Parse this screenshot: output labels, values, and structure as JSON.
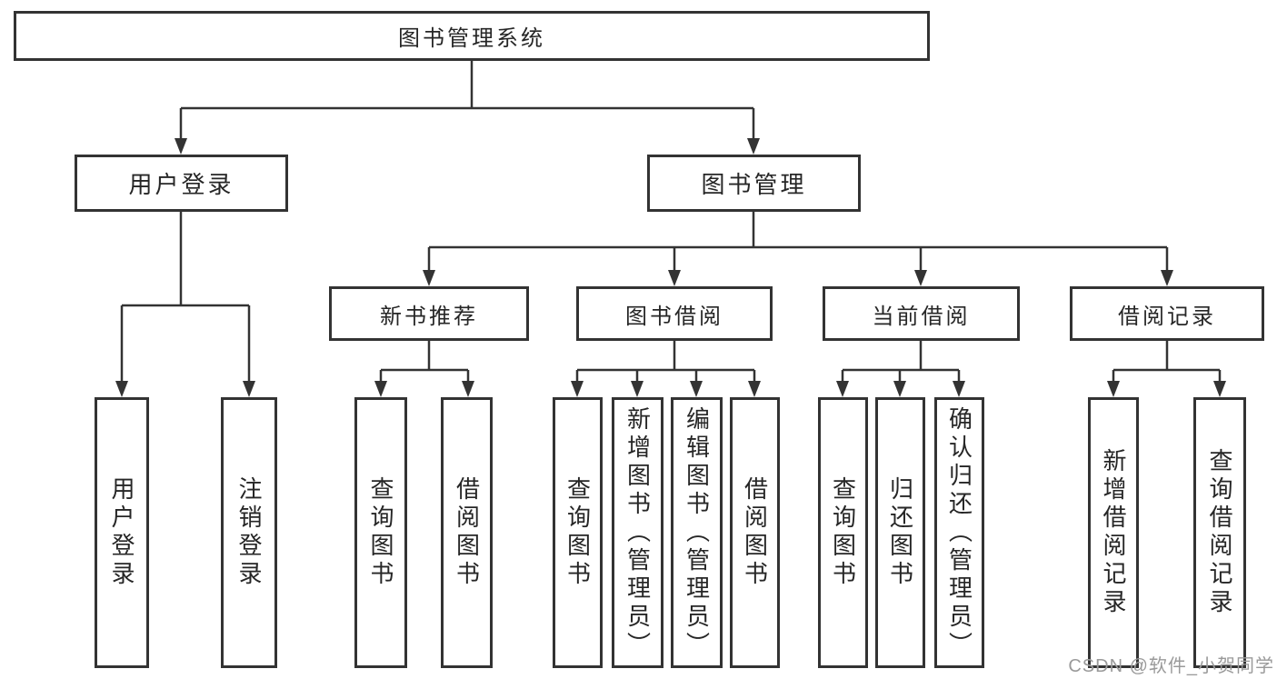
{
  "tree": {
    "root": {
      "label": "图书管理系统",
      "children": [
        {
          "label": "用户登录",
          "children": [
            {
              "label": "用户登录"
            },
            {
              "label": "注销登录"
            }
          ]
        },
        {
          "label": "图书管理",
          "children": [
            {
              "label": "新书推荐",
              "children": [
                {
                  "label": "查询图书"
                },
                {
                  "label": "借阅图书"
                }
              ]
            },
            {
              "label": "图书借阅",
              "children": [
                {
                  "label": "查询图书"
                },
                {
                  "label": "新增图书（管理员）"
                },
                {
                  "label": "编辑图书（管理员）"
                },
                {
                  "label": "借阅图书"
                }
              ]
            },
            {
              "label": "当前借阅",
              "children": [
                {
                  "label": "查询图书"
                },
                {
                  "label": "归还图书"
                },
                {
                  "label": "确认归还（管理员）"
                }
              ]
            },
            {
              "label": "借阅记录",
              "children": [
                {
                  "label": "新增借阅记录"
                },
                {
                  "label": "查询借阅记录"
                }
              ]
            }
          ]
        }
      ]
    }
  },
  "watermark": {
    "text": "CSDN @软件_小贺同学"
  },
  "colors": {
    "line": "#333333",
    "box_border": "#333333",
    "box_background": "#ffffff",
    "text": "#262626",
    "watermark": "#9a9a9a",
    "page_background": "#ffffff"
  }
}
